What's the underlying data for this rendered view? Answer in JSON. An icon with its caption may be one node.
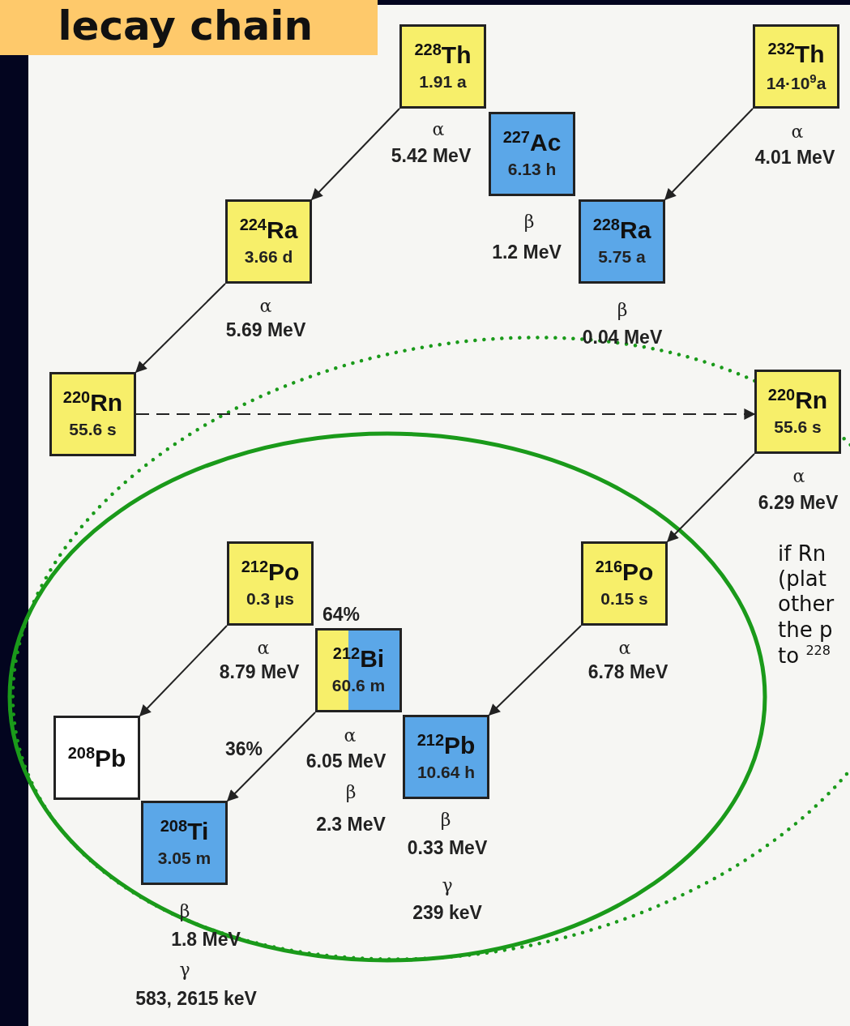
{
  "diagram": {
    "title": "lecay chain",
    "nodes": [
      {
        "text": [
          "$^{228}$Th",
          "1.91 a"
        ]
      },
      {
        "text": [
          "$^{227}$Ac",
          "6.13 h"
        ]
      },
      {
        "text": [
          "$^{232}$Th",
          "14·10$^{9}$a"
        ]
      },
      {
        "text": [
          "$^{224}$Ra",
          "3.66 d"
        ]
      },
      {
        "text": [
          "$^{228}$Ra",
          "5.75 a"
        ]
      },
      {
        "text": [
          "$^{220}$Rn",
          "55.6 s"
        ]
      },
      {
        "text": [
          "$^{220}$Rn",
          "55.6 s"
        ]
      },
      {
        "text": [
          "$^{212}$Po",
          "0.3 µs"
        ]
      },
      {
        "text": [
          "$^{216}$Po",
          "0.15 s"
        ]
      },
      {
        "text": [
          "$^{212}$Bi",
          "60.6 m"
        ]
      },
      {
        "text": [
          "$^{208}$Pb"
        ]
      },
      {
        "text": [
          "$^{212}$Pb",
          "10.64 h"
        ]
      },
      {
        "text": [
          "$^{208}$Ti",
          "3.05 m"
        ]
      }
    ],
    "edges": [
      {
        "from": 0,
        "to": 3,
        "arrow": "to"
      },
      {
        "from": 2,
        "to": 4,
        "arrow": "to"
      },
      {
        "from": 3,
        "to": 5,
        "arrow": "to"
      },
      {
        "from": 5,
        "to": 6,
        "arrow": "to",
        "style": "dashed"
      },
      {
        "from": 6,
        "to": 8,
        "arrow": "to"
      },
      {
        "from": 7,
        "to": 10,
        "arrow": "to"
      },
      {
        "from": 8,
        "to": 11,
        "arrow": "to"
      },
      {
        "from": 9,
        "to": 12,
        "arrow": "to"
      }
    ],
    "labels": [
      "α",
      "5.42 MeV",
      "α",
      "4.01 MeV",
      "β",
      "1.2 MeV",
      "α",
      "5.69 MeV",
      "β",
      "0.04 MeV",
      "α",
      "6.29 MeV",
      "if Rn (plat other the p to $^{228}$",
      "64%",
      "α",
      "8.79 MeV",
      "α",
      "6.78 MeV",
      "36%",
      "α",
      "6.05 MeV",
      "β",
      "2.3 MeV",
      "β",
      "0.33 MeV",
      "γ",
      "239 keV",
      "β",
      "1.8 MeV",
      "γ",
      "583, 2615 keV"
    ]
  }
}
